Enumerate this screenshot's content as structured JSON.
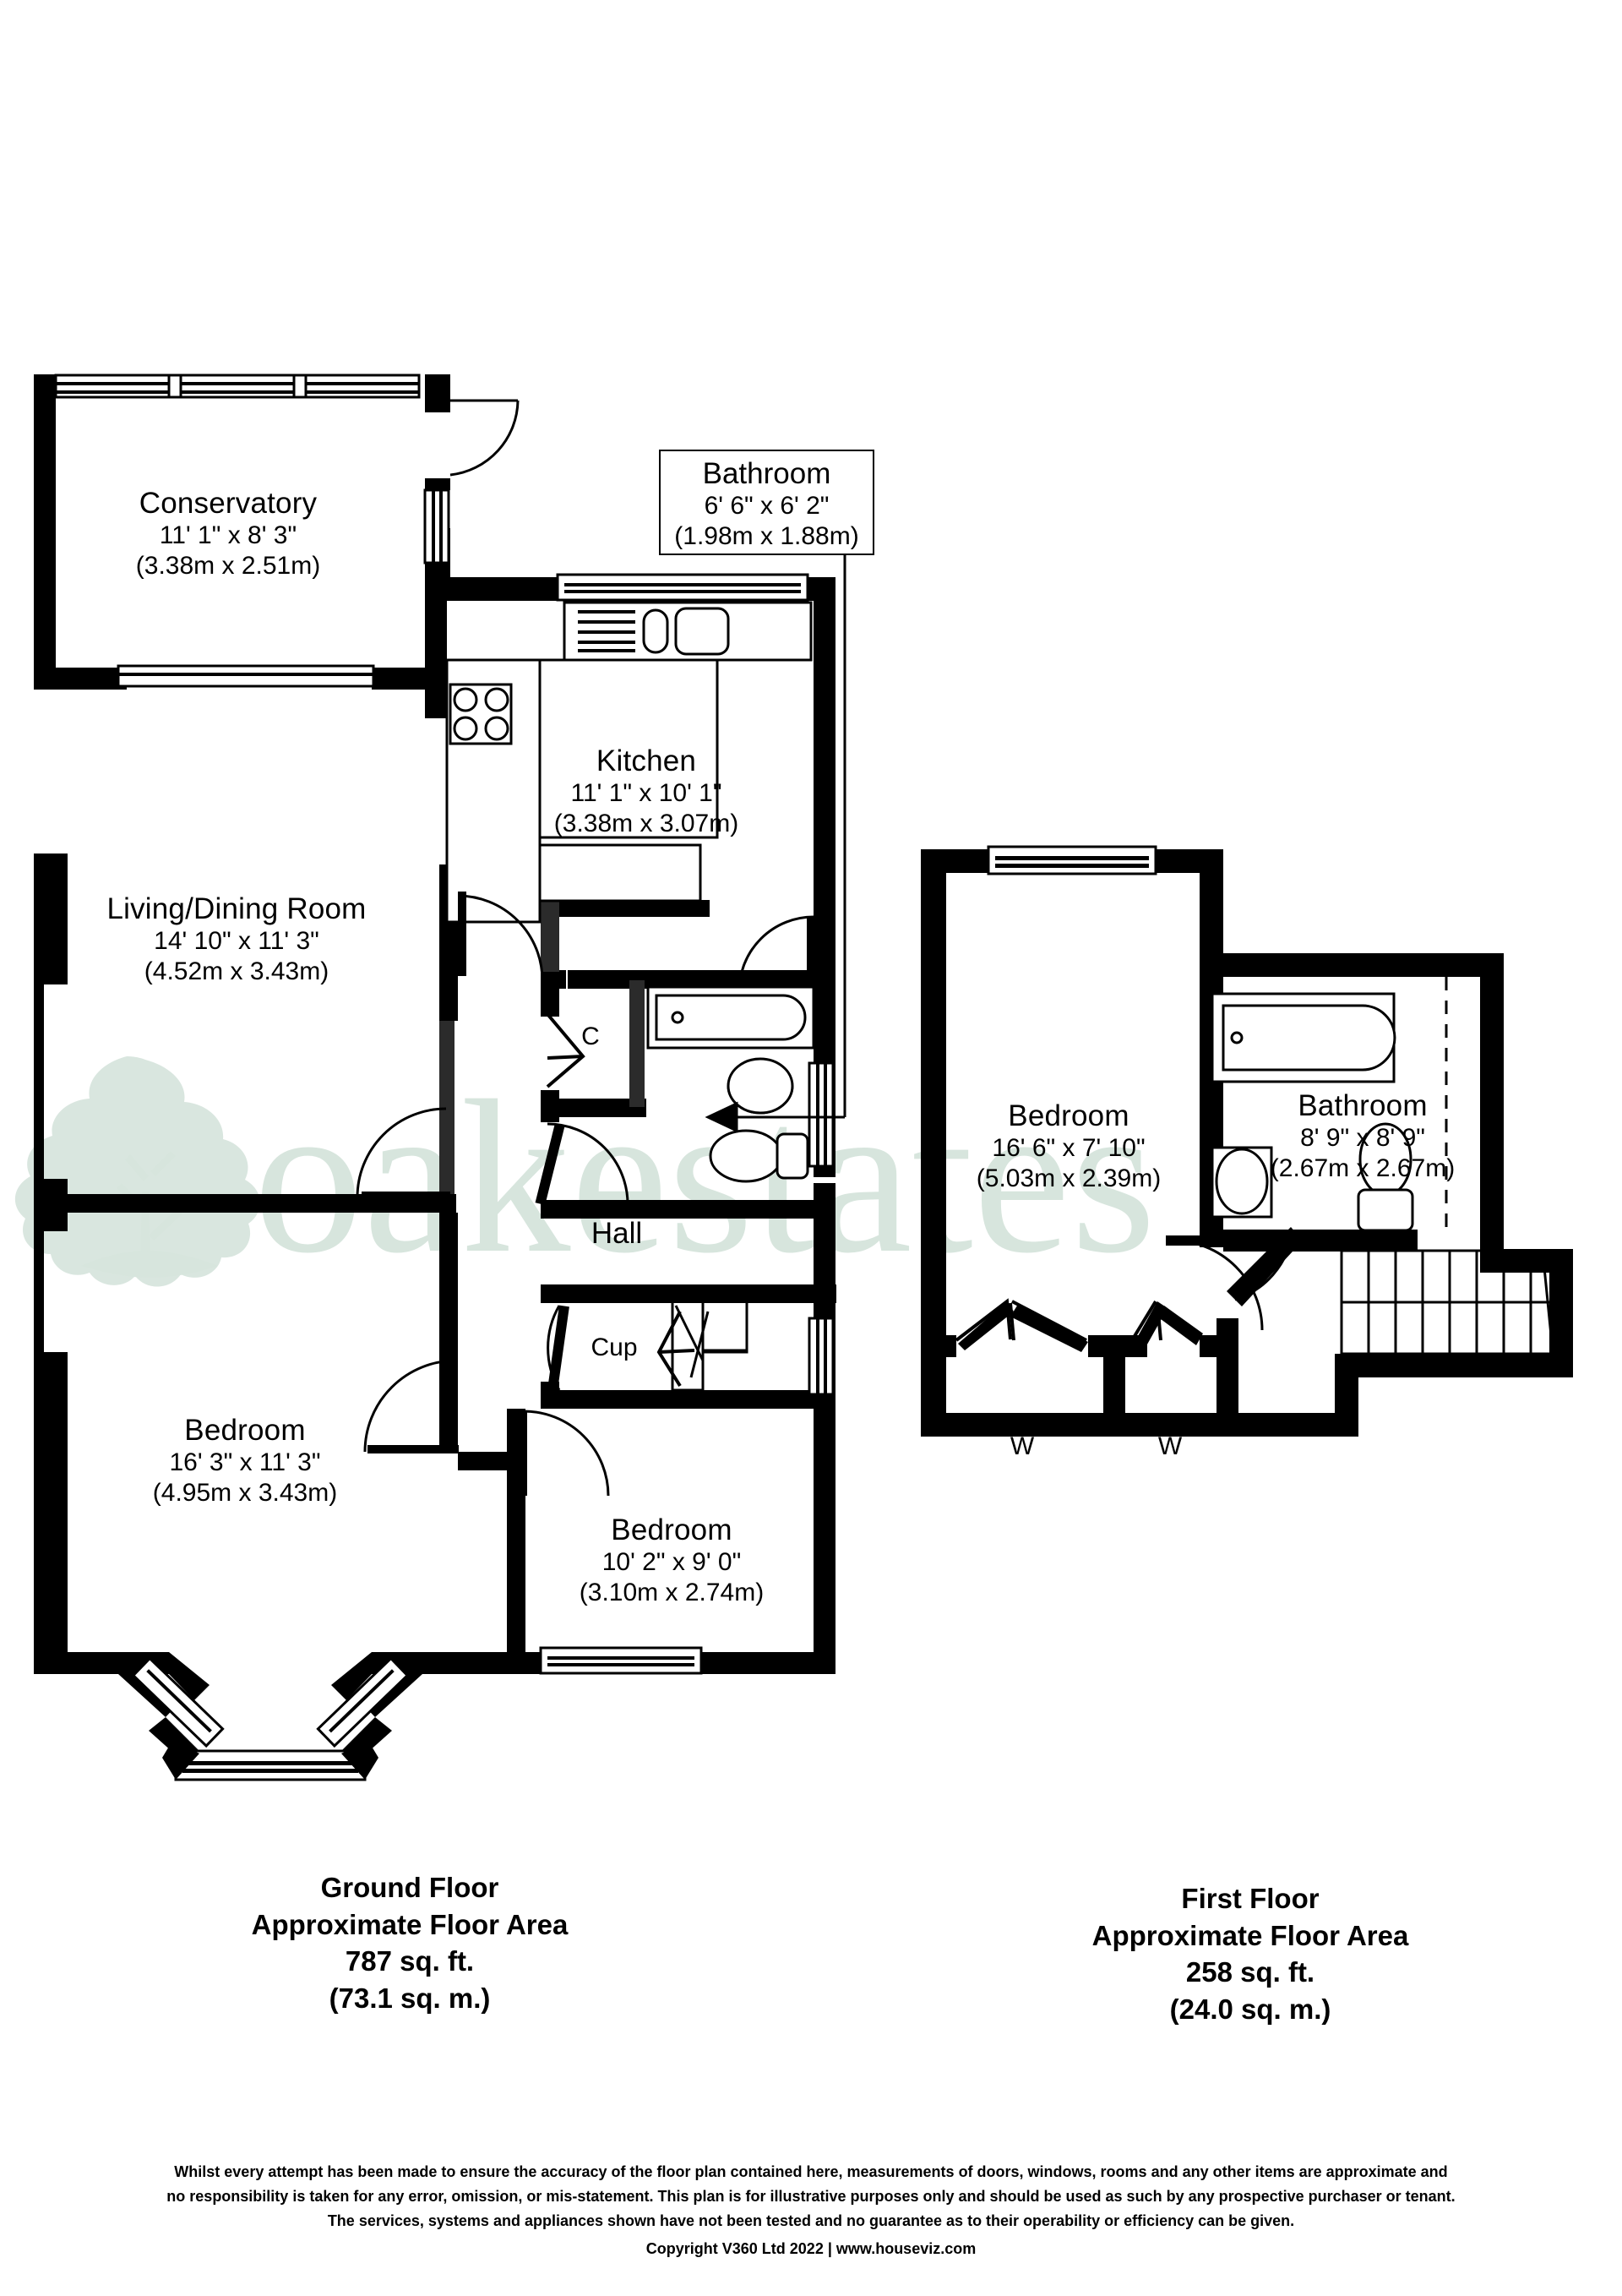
{
  "watermark": {
    "text": "oakestates",
    "color": "#d7e5dd"
  },
  "ground_floor": {
    "summary": {
      "floor": "Ground Floor",
      "area_label": "Approximate Floor Area",
      "area_sqft": "787 sq. ft.",
      "area_sqm": "(73.1 sq. m.)"
    },
    "rooms": [
      {
        "name": "Conservatory",
        "imperial": "11' 1\" x 8' 3\"",
        "metric": "(3.38m x 2.51m)"
      },
      {
        "name": "Living/Dining Room",
        "imperial": "14' 10\" x 11' 3\"",
        "metric": "(4.52m x 3.43m)"
      },
      {
        "name": "Kitchen",
        "imperial": "11' 1\" x 10' 1\"",
        "metric": "(3.38m x 3.07m)"
      },
      {
        "name": "Bathroom",
        "imperial": "6' 6\" x 6' 2\"",
        "metric": "(1.98m x 1.88m)"
      },
      {
        "name": "Bedroom",
        "imperial": "16' 3\" x 11' 3\"",
        "metric": "(4.95m x 3.43m)"
      },
      {
        "name": "Bedroom",
        "imperial": "10' 2\" x 9' 0\"",
        "metric": "(3.10m x 2.74m)"
      }
    ],
    "markers": {
      "hall": "Hall",
      "cupboard_hall": "Cup",
      "cupboard_bath": "C"
    }
  },
  "first_floor": {
    "summary": {
      "floor": "First Floor",
      "area_label": "Approximate Floor Area",
      "area_sqft": "258 sq. ft.",
      "area_sqm": "(24.0 sq. m.)"
    },
    "rooms": [
      {
        "name": "Bedroom",
        "imperial": "16' 6\" x 7' 10\"",
        "metric": "(5.03m x 2.39m)"
      },
      {
        "name": "Bathroom",
        "imperial": "8' 9\" x 8' 9\"",
        "metric": "(2.67m x 2.67m)"
      }
    ],
    "markers": {
      "wardrobe_left": "W",
      "wardrobe_right": "W"
    }
  },
  "disclaimer": {
    "line1": "Whilst every attempt has been made to ensure the accuracy of the floor plan contained here, measurements of doors, windows, rooms and any other items are approximate and",
    "line2": "no responsibility is taken for any error, omission, or mis-statement. This plan is for illustrative purposes only and should be used as such by any prospective purchaser or tenant.",
    "line3": "The services, systems and appliances shown have not been tested and no guarantee as to their operability or efficiency can be given.",
    "copyright": "Copyright V360 Ltd 2022 | www.houseviz.com"
  }
}
